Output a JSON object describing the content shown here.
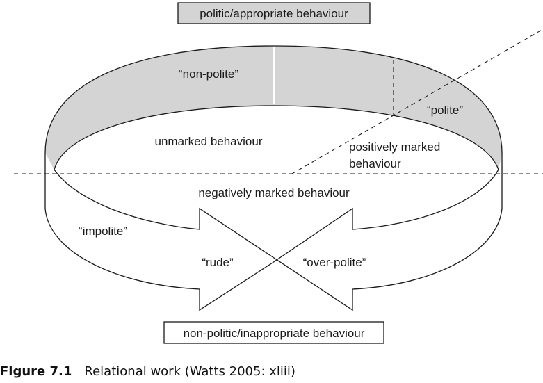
{
  "top_box": {
    "label": "politic/appropriate behaviour",
    "fill": "#d4d4d4"
  },
  "bottom_box": {
    "label": "non-politic/inappropriate behaviour",
    "fill": "#ffffff"
  },
  "regions": {
    "non_polite": "“non-polite”",
    "polite": "“polite”",
    "unmarked": "unmarked behaviour",
    "positively_marked_line1": "positively marked",
    "positively_marked_line2": "behaviour",
    "negatively_marked": "negatively marked behaviour",
    "impolite": "“impolite”",
    "rude": "“rude”",
    "over_polite": "“over-polite”"
  },
  "colors": {
    "shaded": "#d4d4d4",
    "stroke": "#1a1a1a"
  },
  "caption": {
    "figure": "Figure 7.1",
    "text": "Relational work (Watts 2005: xliii)"
  }
}
